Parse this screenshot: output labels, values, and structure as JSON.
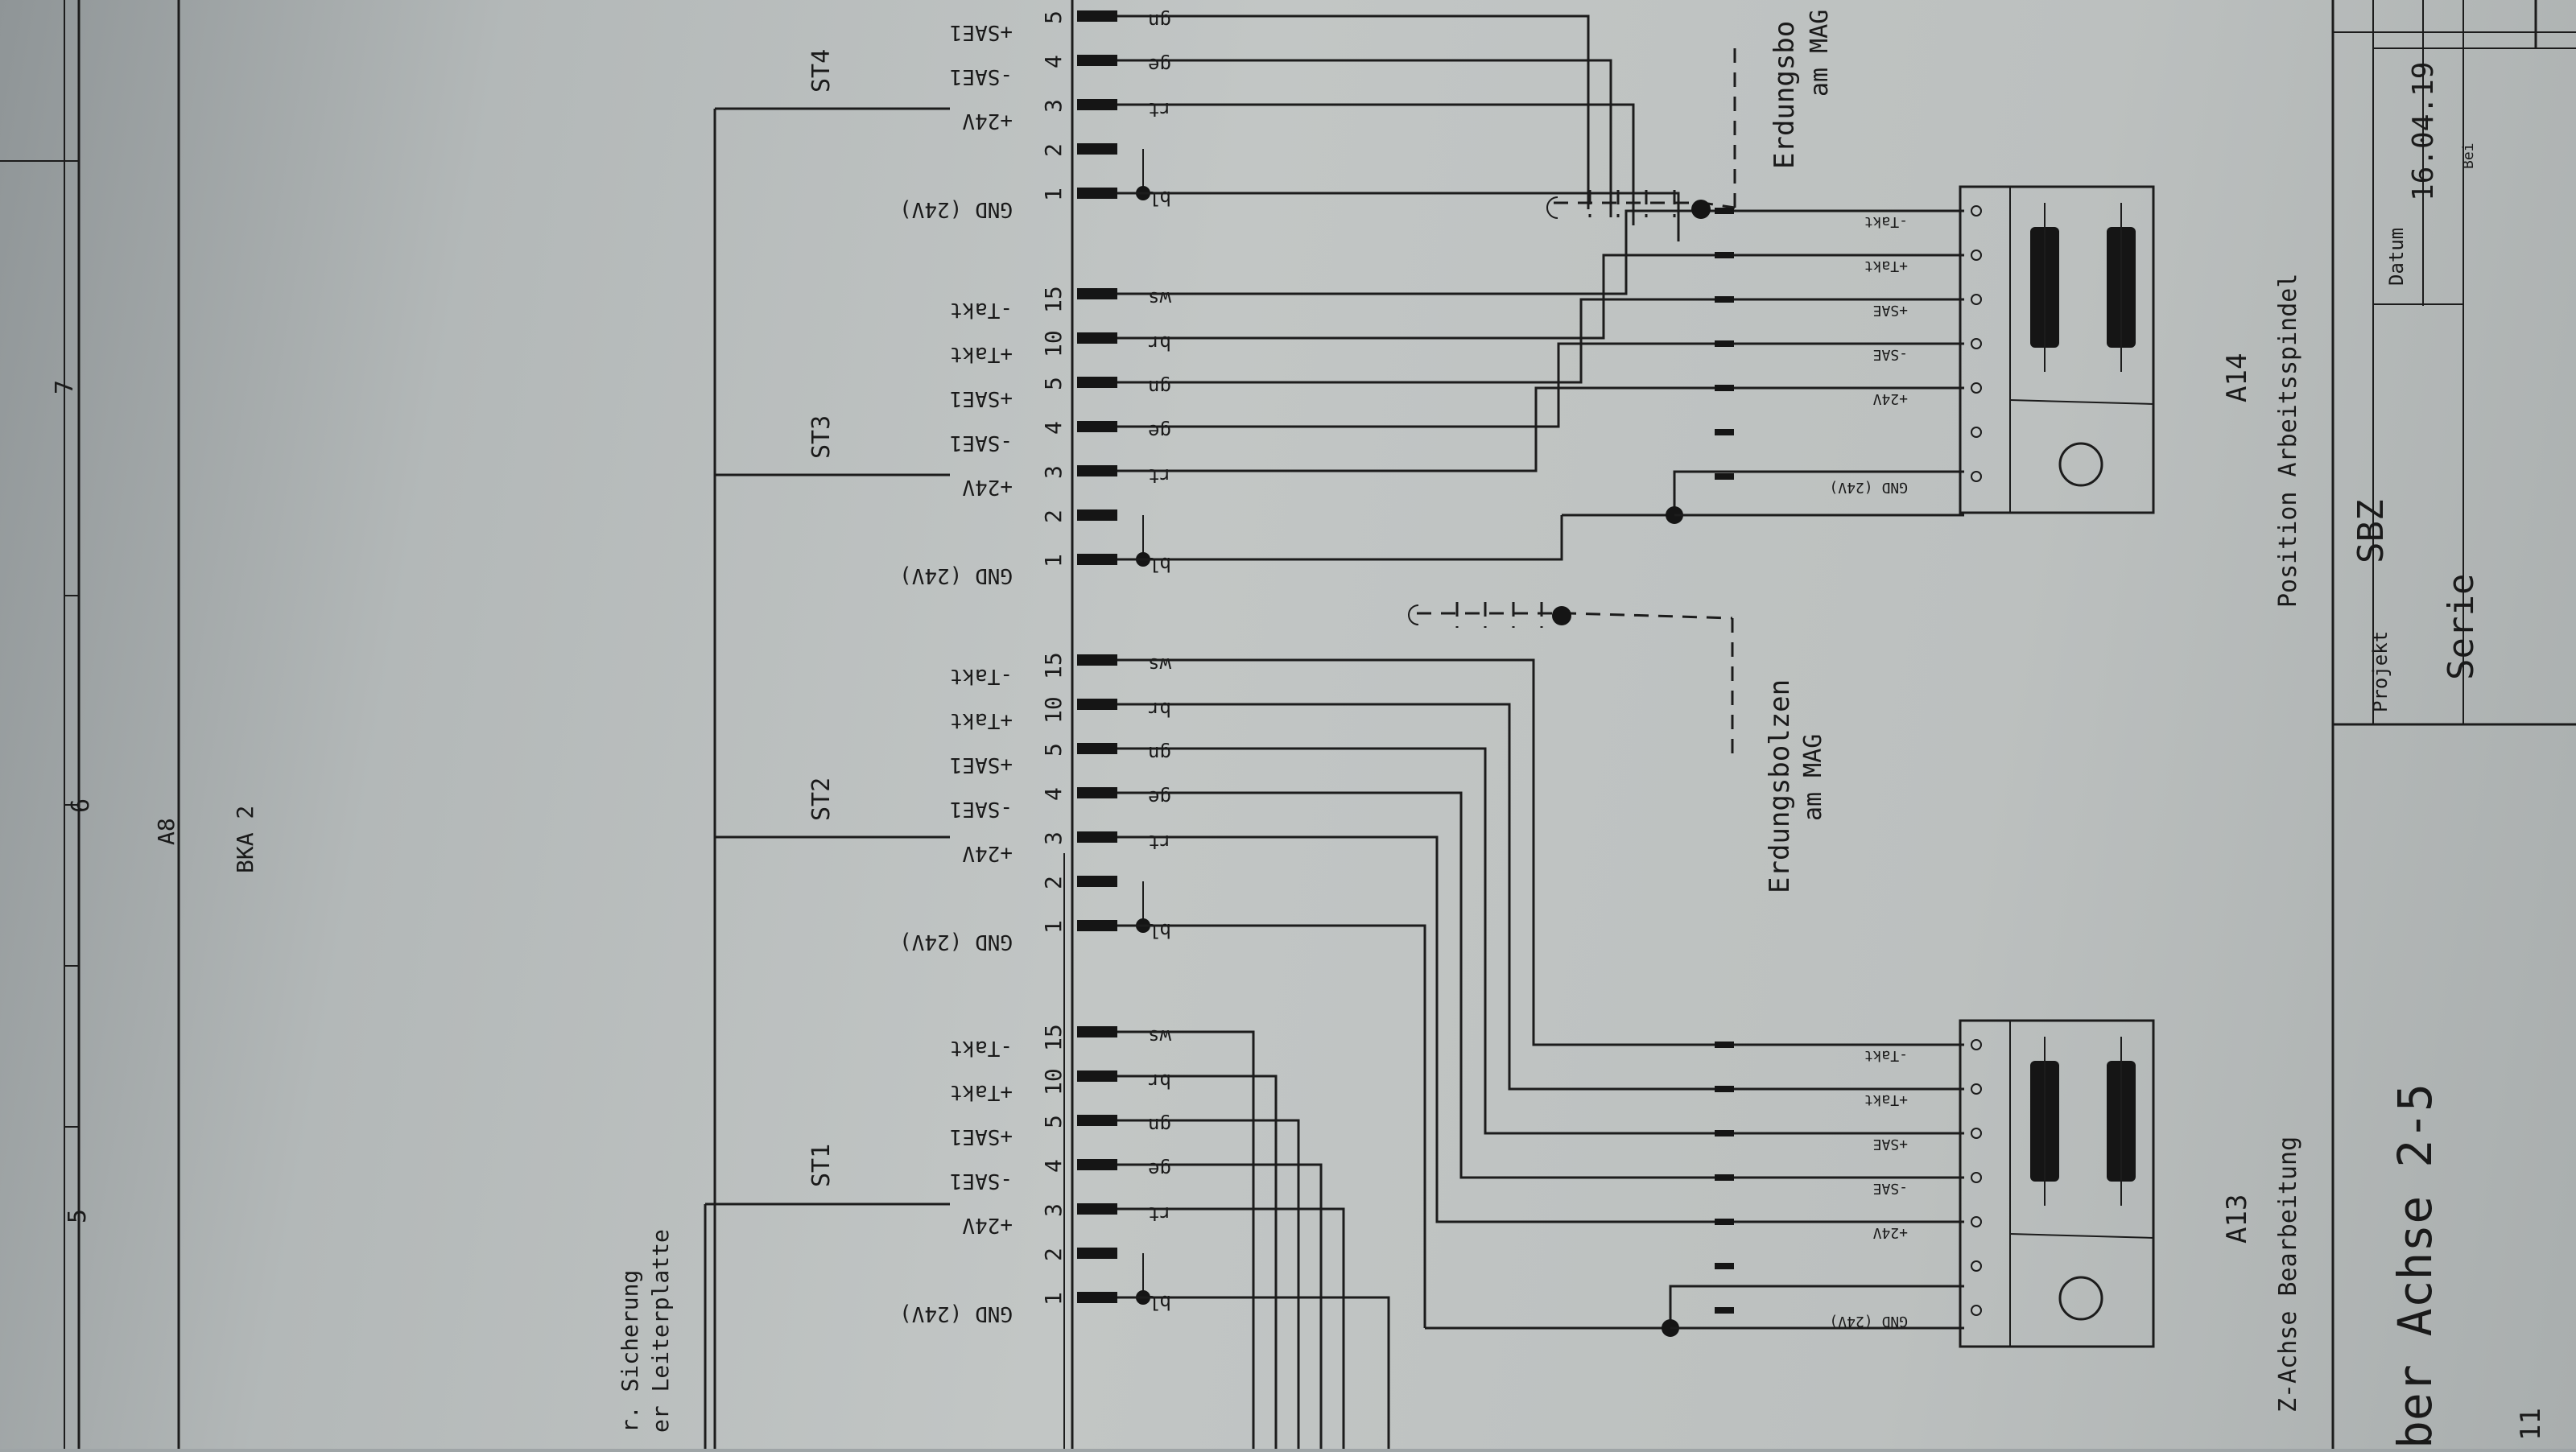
{
  "border": {
    "ruler_marks": [
      "5",
      "6",
      "7"
    ]
  },
  "header_block": {
    "ref": "A8",
    "name": "BKA 2"
  },
  "left_note": {
    "line1": "r. Sicherung",
    "line2": "er Leiterplatte"
  },
  "connectors": [
    {
      "id": "ST4",
      "pins": [
        {
          "num": "1",
          "signal": "GND (24V)",
          "wire": "bl"
        },
        {
          "num": "2",
          "signal": "",
          "wire": ""
        },
        {
          "num": "3",
          "signal": "+24V",
          "wire": "rt"
        },
        {
          "num": "4",
          "signal": "-SAE1",
          "wire": "ge"
        },
        {
          "num": "5",
          "signal": "+SAE1",
          "wire": "gn"
        }
      ]
    },
    {
      "id": "ST3",
      "pins": [
        {
          "num": "1",
          "signal": "GND (24V)",
          "wire": "bl"
        },
        {
          "num": "2",
          "signal": "",
          "wire": ""
        },
        {
          "num": "3",
          "signal": "+24V",
          "wire": "rt"
        },
        {
          "num": "4",
          "signal": "-SAE1",
          "wire": "ge"
        },
        {
          "num": "5",
          "signal": "+SAE1",
          "wire": "gn"
        },
        {
          "num": "10",
          "signal": "+Takt",
          "wire": "br"
        },
        {
          "num": "15",
          "signal": "-Takt",
          "wire": "ws"
        }
      ]
    },
    {
      "id": "ST2",
      "pins": [
        {
          "num": "1",
          "signal": "GND (24V)",
          "wire": "bl"
        },
        {
          "num": "2",
          "signal": "",
          "wire": ""
        },
        {
          "num": "3",
          "signal": "+24V",
          "wire": "rt"
        },
        {
          "num": "4",
          "signal": "-SAE1",
          "wire": "ge"
        },
        {
          "num": "5",
          "signal": "+SAE1",
          "wire": "gn"
        },
        {
          "num": "10",
          "signal": "+Takt",
          "wire": "br"
        },
        {
          "num": "15",
          "signal": "-Takt",
          "wire": "ws"
        }
      ]
    },
    {
      "id": "ST1",
      "pins": [
        {
          "num": "1",
          "signal": "GND (24V)",
          "wire": "bl"
        },
        {
          "num": "2",
          "signal": "",
          "wire": ""
        },
        {
          "num": "3",
          "signal": "+24V",
          "wire": "rt"
        },
        {
          "num": "4",
          "signal": "-SAE1",
          "wire": "ge"
        },
        {
          "num": "5",
          "signal": "+SAE1",
          "wire": "gn"
        },
        {
          "num": "10",
          "signal": "+Takt",
          "wire": "br"
        },
        {
          "num": "15",
          "signal": "-Takt",
          "wire": "ws"
        }
      ]
    }
  ],
  "ground_bolts": [
    {
      "line1": "Erdungsbo",
      "line2": "am MAG"
    },
    {
      "line1": "Erdungsbolzen",
      "line2": "am MAG"
    }
  ],
  "modules": [
    {
      "id": "A14",
      "label": "Position Arbeitsspindel",
      "terminals": [
        "-Takt",
        "+Takt",
        "+SAE",
        "-SAE",
        "+24V",
        "",
        "GND (24V)"
      ]
    },
    {
      "id": "A13",
      "label": "Z-Achse Bearbeitung",
      "terminals": [
        "-Takt",
        "+Takt",
        "+SAE",
        "-SAE",
        "+24V",
        "",
        "GND (24V)"
      ]
    }
  ],
  "title_block": {
    "projekt_label": "Projekt",
    "projekt": "SBZ",
    "serie": "Serie",
    "datum_label": "Datum",
    "datum": "16.04.19",
    "name": "Bei",
    "title": "ber Achse 2-5",
    "sheet": "11"
  }
}
